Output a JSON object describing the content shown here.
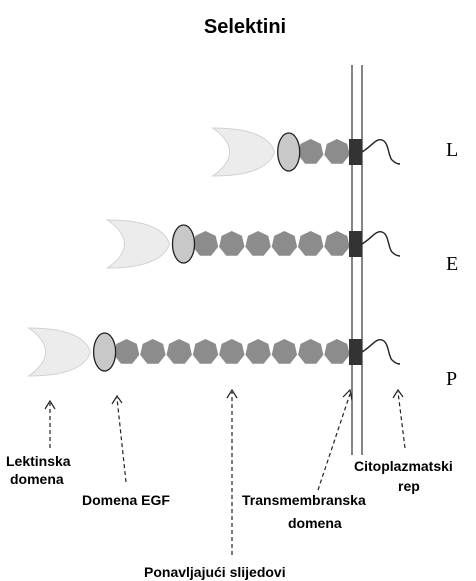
{
  "title": "Selektini",
  "molecules": [
    {
      "label": "L",
      "repeat_count": 2
    },
    {
      "label": "E",
      "repeat_count": 6
    },
    {
      "label": "P",
      "repeat_count": 9
    }
  ],
  "parts": {
    "lectin": [
      "Lektinska",
      "domena"
    ],
    "egf": [
      "Domena EGF"
    ],
    "repeats": [
      "Ponavljajući slijedovi"
    ],
    "transmembrane": [
      "Transmembranska",
      "domena"
    ],
    "cytoplasmic": [
      "Citoplazmatski",
      "rep"
    ]
  },
  "colors": {
    "lectin_fill": "#ececec",
    "egf_fill": "#c8c8c8",
    "repeat_fill": "#8c8c8c",
    "transmembrane_fill": "#333333"
  }
}
